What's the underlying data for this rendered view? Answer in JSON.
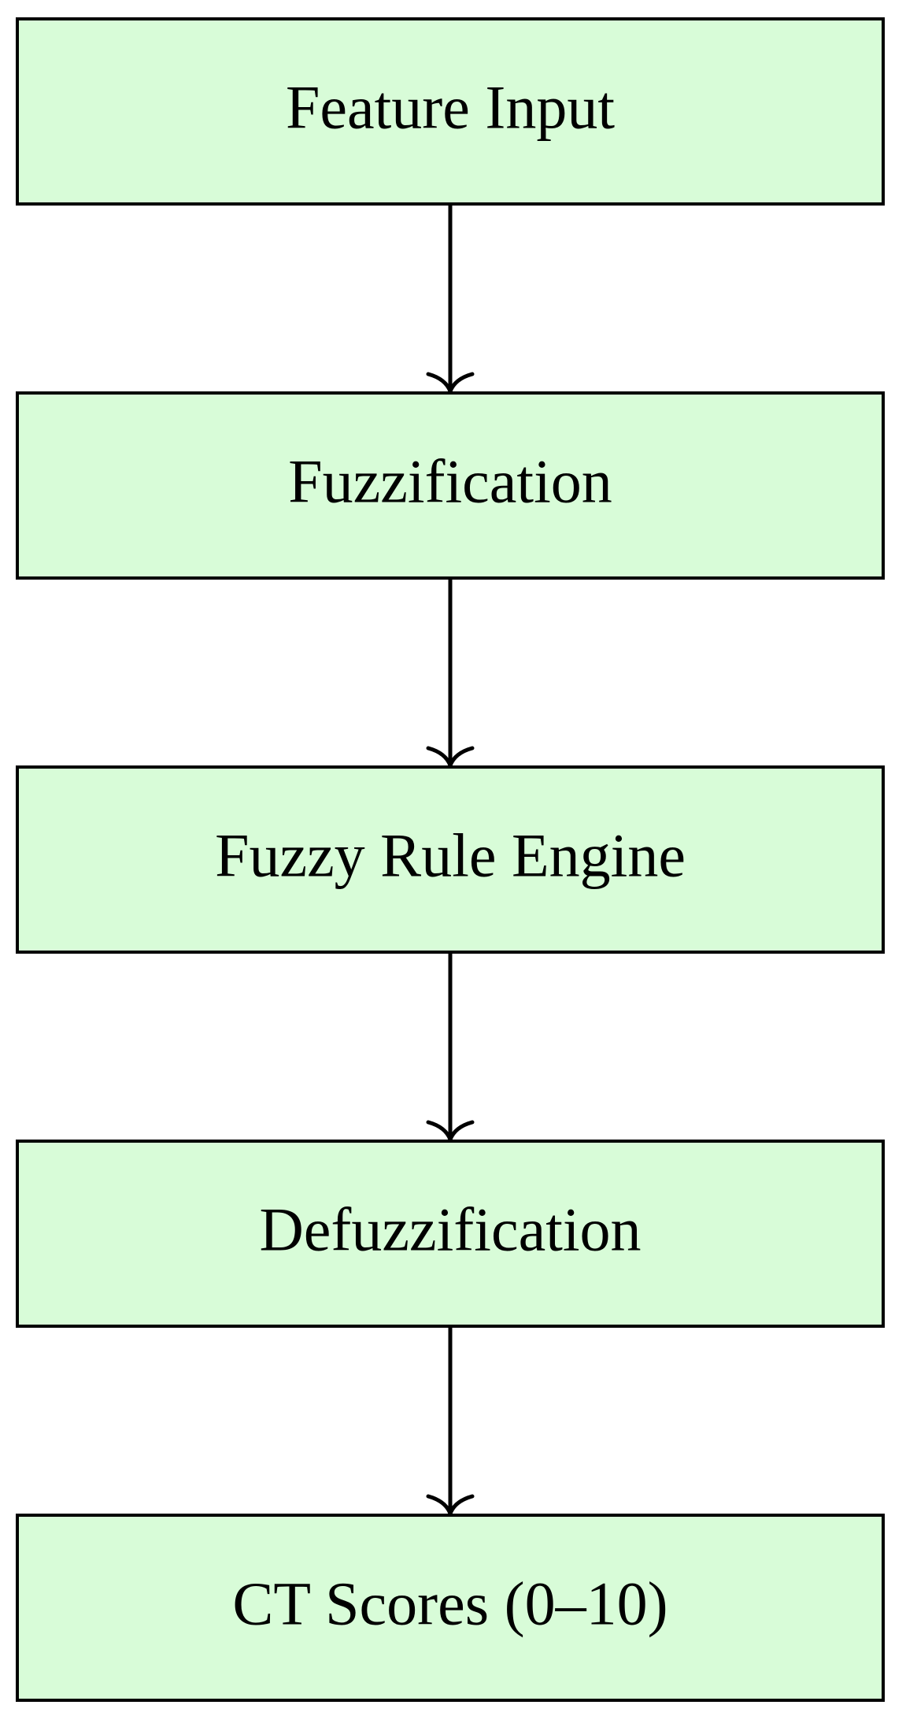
{
  "diagram": {
    "type": "flowchart",
    "direction": "top-to-bottom",
    "colors": {
      "node_fill": "#d8fcd8",
      "node_border": "#000000",
      "arrow": "#000000",
      "text": "#000000",
      "background": "#ffffff"
    },
    "nodes": [
      {
        "id": "feature-input",
        "label": "Feature Input"
      },
      {
        "id": "fuzzification",
        "label": "Fuzzification"
      },
      {
        "id": "fuzzy-rule-engine",
        "label": "Fuzzy Rule Engine"
      },
      {
        "id": "defuzzification",
        "label": "Defuzzification"
      },
      {
        "id": "ct-scores",
        "label": "CT Scores (0–10)"
      }
    ],
    "edges": [
      {
        "from": "feature-input",
        "to": "fuzzification"
      },
      {
        "from": "fuzzification",
        "to": "fuzzy-rule-engine"
      },
      {
        "from": "fuzzy-rule-engine",
        "to": "defuzzification"
      },
      {
        "from": "defuzzification",
        "to": "ct-scores"
      }
    ]
  }
}
